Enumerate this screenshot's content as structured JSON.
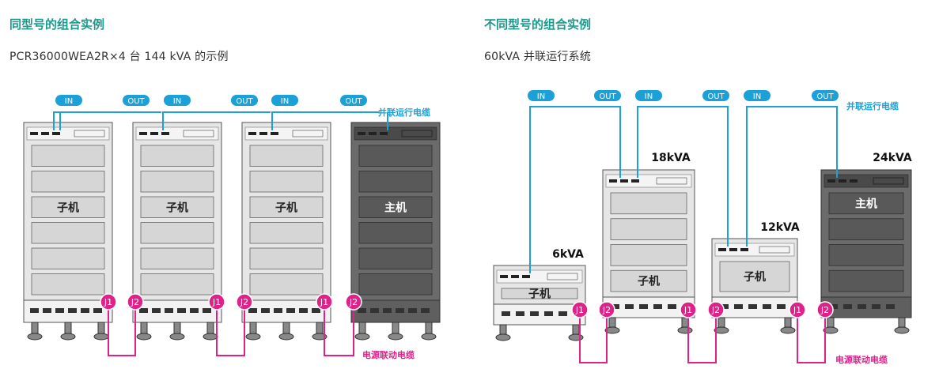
{
  "left": {
    "title": "同型号的组合实例",
    "subtitle": "PCR36000WEA2R×4 台 144 kVA 的示例",
    "units": [
      {
        "label": "子机",
        "dark": false
      },
      {
        "label": "子机",
        "dark": false
      },
      {
        "label": "子机",
        "dark": false
      },
      {
        "label": "主机",
        "dark": true
      }
    ],
    "in_label": "IN",
    "out_label": "OUT",
    "j1_label": "J1",
    "j2_label": "J2",
    "parallel_cable_label": "并联运行电缆",
    "power_cable_label": "电源联动电缆"
  },
  "right": {
    "title": "不同型号的组合实例",
    "subtitle": "60kVA 并联运行系统",
    "units": [
      {
        "label": "子机",
        "kva": "6kVA",
        "dark": false
      },
      {
        "label": "子机",
        "kva": "18kVA",
        "dark": false
      },
      {
        "label": "子机",
        "kva": "12kVA",
        "dark": false
      },
      {
        "label": "主机",
        "kva": "24kVA",
        "dark": true
      }
    ],
    "in_label": "IN",
    "out_label": "OUT",
    "j1_label": "J1",
    "j2_label": "J2",
    "parallel_cable_label": "并联运行电缆",
    "power_cable_label": "电源联动电缆"
  },
  "colors": {
    "title": "#1a9a8c",
    "parallel_cable": "#1ba0d7",
    "power_cable": "#e0218a"
  }
}
